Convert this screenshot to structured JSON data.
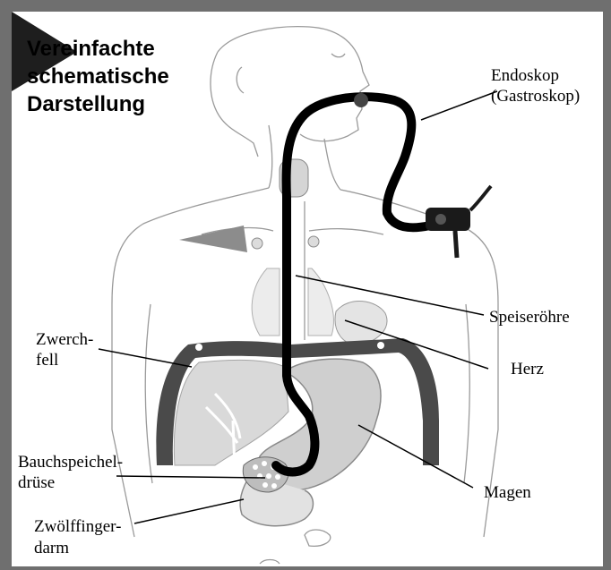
{
  "title_lines": [
    "Vereinfachte",
    "schematische",
    "Darstellung"
  ],
  "labels": {
    "endoskop_line1": "Endoskop",
    "endoskop_line2": "(Gastroskop)",
    "speiseroehre": "Speiseröhre",
    "herz": "Herz",
    "zwerchfell_line1": "Zwerch-",
    "zwerchfell_line2": "fell",
    "bauchspeichel_line1": "Bauchspeichel-",
    "bauchspeichel_line2": "drüse",
    "magen": "Magen",
    "zwoelffinger_line1": "Zwölffinger-",
    "zwoelffinger_line2": "darm"
  },
  "colors": {
    "frame": "#6f6f6f",
    "endoscope": "#000000",
    "diaphragm": "#4a4a4a",
    "organ_fill": "#cfcfcf",
    "liver_fill": "#d9d9d9",
    "outline": "#9a9a9a"
  }
}
